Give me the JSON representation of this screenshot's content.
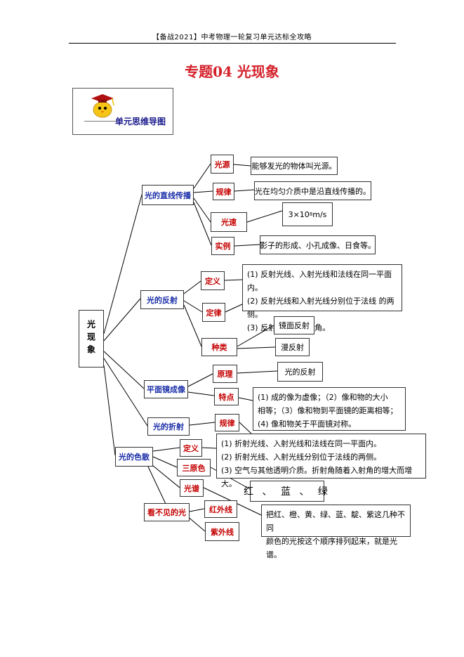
{
  "header": "【备战2021】中考物理一轮复习单元达标全攻略",
  "title": "专题04 光现象",
  "badge": {
    "label": "单元思维导图",
    "icon": "chick-with-graduation-cap-icon"
  },
  "root": "光现象",
  "branches": {
    "propagation": "光的直线传播",
    "reflection": "光的反射",
    "mirror": "平面镜成像",
    "refraction": "光的折射",
    "dispersion": "光的色散",
    "invisible": "看不见的光"
  },
  "nodes": {
    "light_source": "光源",
    "rule": "规律",
    "light_speed": "光速",
    "examples": "实例",
    "refl_def": "定义",
    "refl_law": "定律",
    "refl_kinds": "种类",
    "mirror_principle": "原理",
    "mirror_features": "特点",
    "refr_rule": "规律",
    "disp_def": "定义",
    "primary_colors": "三原色",
    "spectrum": "光谱",
    "infrared": "红外线",
    "ultraviolet": "紫外线"
  },
  "leaves": {
    "source_def": "能够发光的物体叫光源。",
    "rule_text": "光在均匀介质中是沿直线传播的。",
    "speed_value": "3×10",
    "speed_exp": "8",
    "speed_unit": " m/s",
    "examples_text": "影子的形成、小孔成像、日食等。",
    "refl_law_1": "(1) 反射光线、入射光线和法线在同一平面内。",
    "refl_law_2": "(2) 反射光线和入射光线分别位于法线 的两侧。",
    "refl_law_3": "(3) 反射角等于入射角。",
    "specular": "镜面反射",
    "diffuse": "漫反射",
    "mirror_principle_text": "光的反射",
    "mirror_f_1": "(1) 成的像为虚像；（2）像和物的大小",
    "mirror_f_2": "相等；（3）像和物到平面镜的距离相等；",
    "mirror_f_3": "(4) 像和物关于平面镜对称。",
    "refr_1": "(1) 折射光线、入射光线和法线在同一平面内。",
    "refr_2": "(2) 折射光线、入射光线分别位于法线的两侧。",
    "refr_3": "(3) 空气与其他透明介质。折射角随着入射角的增大而增大。",
    "rgb": "红 、 蓝 、 绿",
    "spectrum_1": "把红、橙、黄、绿、蓝、靛、紫这几种不同",
    "spectrum_2": "颜色的光按这个顺序排列起来，就是光谱。"
  }
}
